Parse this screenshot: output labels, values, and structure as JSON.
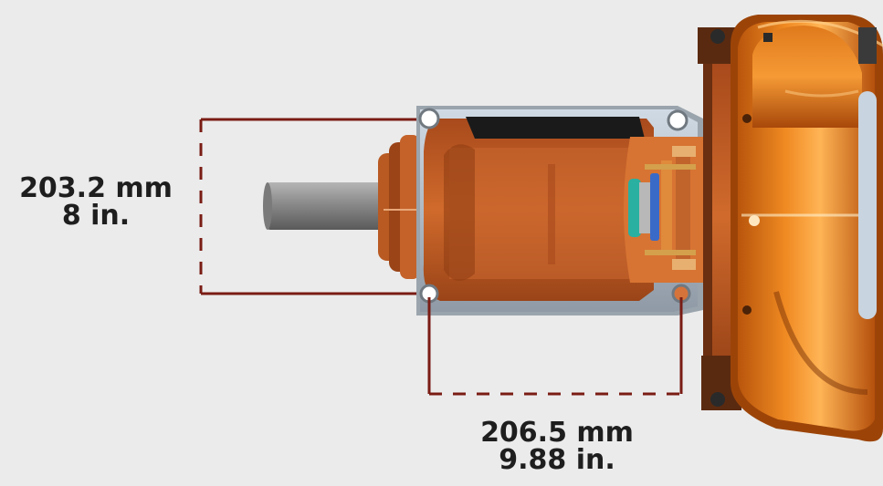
{
  "dimensions": {
    "vertical": {
      "metric": "203.2 mm",
      "imperial": "8 in."
    },
    "horizontal": {
      "metric": "206.5 mm",
      "imperial": "9.88 in."
    }
  },
  "colors": {
    "background": "#ebebeb",
    "casting": "#c8642a",
    "casting_dark": "#7a3214",
    "casing": "#e07a1c",
    "shaft": "#8f8f8f",
    "steel": "#b8c4d0",
    "dimension_line": "#7a1c14",
    "text": "#1e1e1e"
  }
}
